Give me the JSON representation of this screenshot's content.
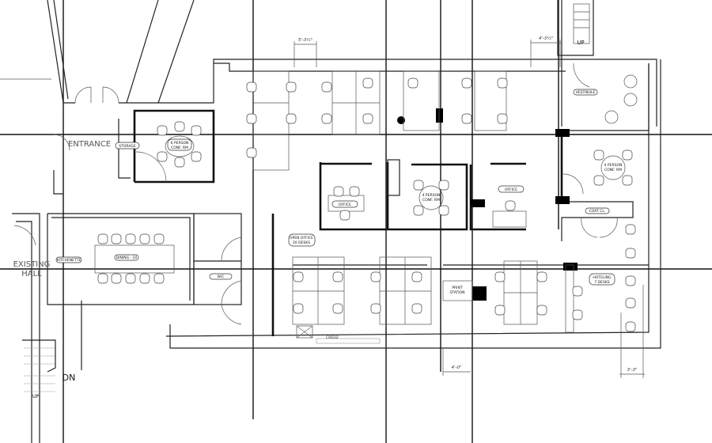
{
  "title": "Office floor plan",
  "rooms": {
    "entrance": "ENTRANCE",
    "storage": "STORAGE",
    "conf_6": [
      "6 PERSON",
      "CONF. RM"
    ],
    "kitchenette": "KITCHENETTE",
    "dining": "DINING - 10",
    "existing_hall": [
      "EXISTING",
      "HALL"
    ],
    "wc": "W/C",
    "office_left": "OFFICE",
    "conf_center": [
      "4 PERSON",
      "CONF. RM"
    ],
    "office_right": "OFFICE",
    "vestibule": "VESTIBULE",
    "conf_right": [
      "4 PERSON",
      "CONF. RM"
    ],
    "coat": "COAT CL.",
    "open_office": [
      "OPEN OFFICE",
      "20 DESKS"
    ],
    "print": [
      "PRINT",
      "STATION"
    ],
    "hoteling": [
      "HOTELING",
      "7 DESKS"
    ],
    "credenza": "CREDZ"
  },
  "stairs": {
    "dn": "DN",
    "up_bottom": "UP",
    "up_top": "UP"
  },
  "dimensions": {
    "top_left": "5'-3½\"",
    "top_right": "4'-3½\"",
    "bottom_left": "4'-0\"",
    "bottom_right": "3'-3\""
  }
}
